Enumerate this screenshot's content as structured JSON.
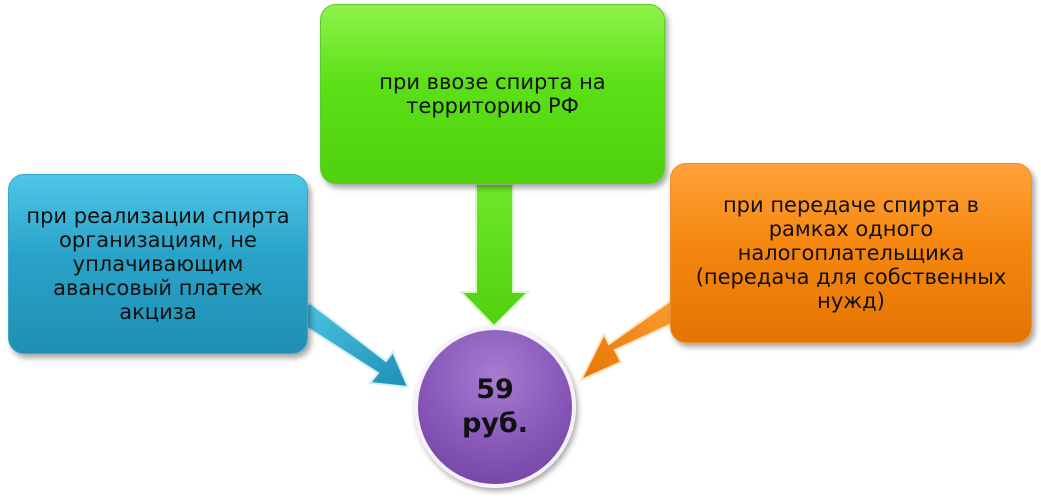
{
  "boxes": {
    "top": {
      "text": "при ввозе спирта на\nтерриторию РФ",
      "color": "#5be016"
    },
    "left": {
      "text": "при реализации спирта\nорганизациям, не\nуплачивающим\nавансовый платеж\nакциза",
      "color": "#2aa3c9"
    },
    "right": {
      "text": "при передаче спирта в\nрамках одного\nналогоплательщика\n(передача для собственных\nнужд)",
      "color": "#f5870f"
    }
  },
  "center": {
    "text": "59\nруб.",
    "color": "#8656b8"
  }
}
